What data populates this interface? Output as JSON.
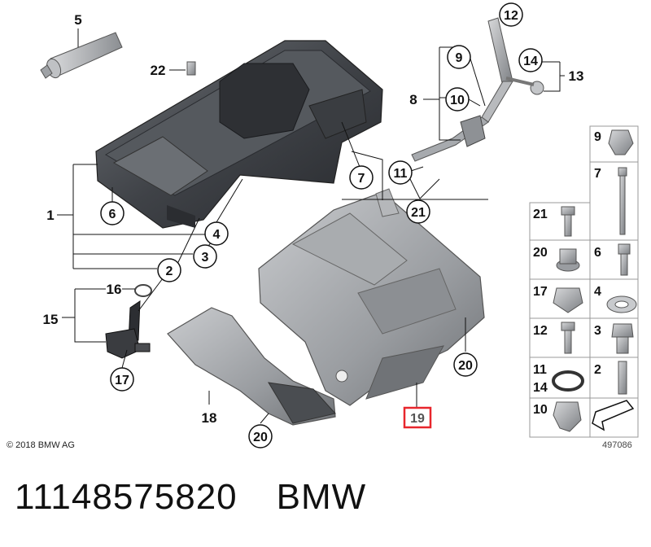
{
  "diagram": {
    "copyright": "© 2018 BMW AG",
    "figure_id": "497086",
    "highlighted_part": "19"
  },
  "caption": {
    "part_number": "11148575820",
    "brand": "BMW"
  },
  "callouts": {
    "c1": "1",
    "c2": "2",
    "c3": "3",
    "c4": "4",
    "c5": "5",
    "c6": "6",
    "c7": "7",
    "c8": "8",
    "c9": "9",
    "c10": "10",
    "c11": "11",
    "c12": "12",
    "c13": "13",
    "c14": "14",
    "c15": "15",
    "c16": "16",
    "c17": "17",
    "c18": "18",
    "c19": "19",
    "c20a": "20",
    "c20b": "20",
    "c21": "21",
    "c22": "22"
  },
  "legend": {
    "r9": "9",
    "r7": "7",
    "r21": "21",
    "r20": "20",
    "r6": "6",
    "r17": "17",
    "r4": "4",
    "r12": "12",
    "r3": "3",
    "r11": "11",
    "r14": "14",
    "r2": "2",
    "r10": "10"
  },
  "colors": {
    "highlight": "#e8262c",
    "part_fill": "#8a8d91",
    "part_dark": "#3d4045",
    "line": "#111111"
  }
}
